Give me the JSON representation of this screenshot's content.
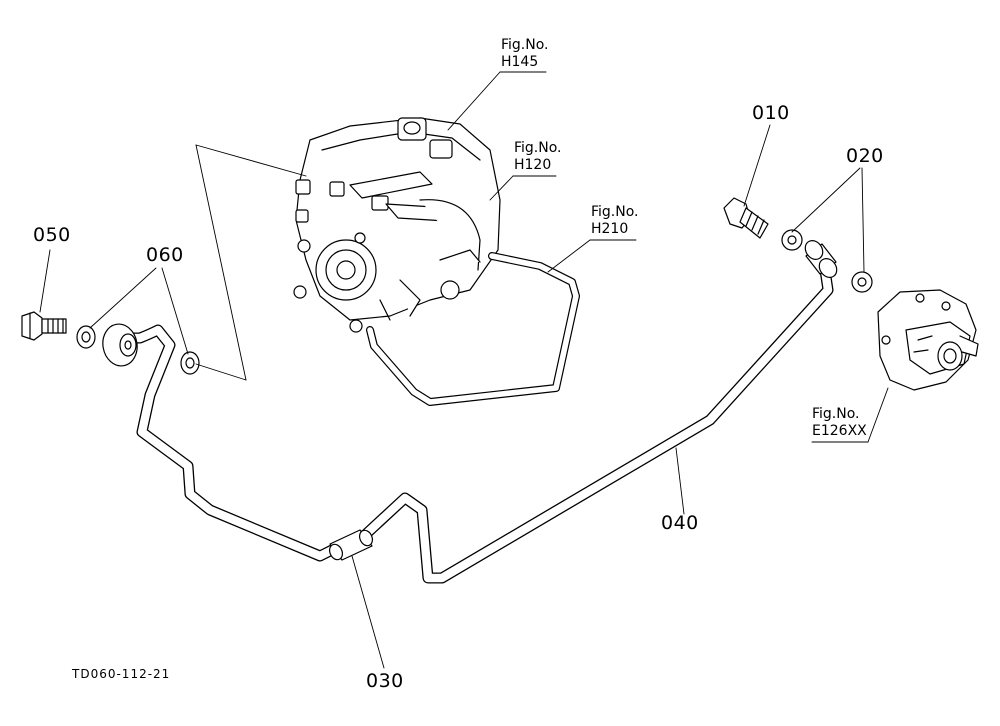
{
  "parts": {
    "p010": "010",
    "p020": "020",
    "p030": "030",
    "p040": "040",
    "p050": "050",
    "p060": "060"
  },
  "figures": {
    "h145": {
      "line1": "Fig.No.",
      "line2": "H145"
    },
    "h120": {
      "line1": "Fig.No.",
      "line2": "H120"
    },
    "h210": {
      "line1": "Fig.No.",
      "line2": "H210"
    },
    "e126": {
      "line1": "Fig.No.",
      "line2": "E126XX"
    }
  },
  "drawing_code": "TD060-112-21"
}
